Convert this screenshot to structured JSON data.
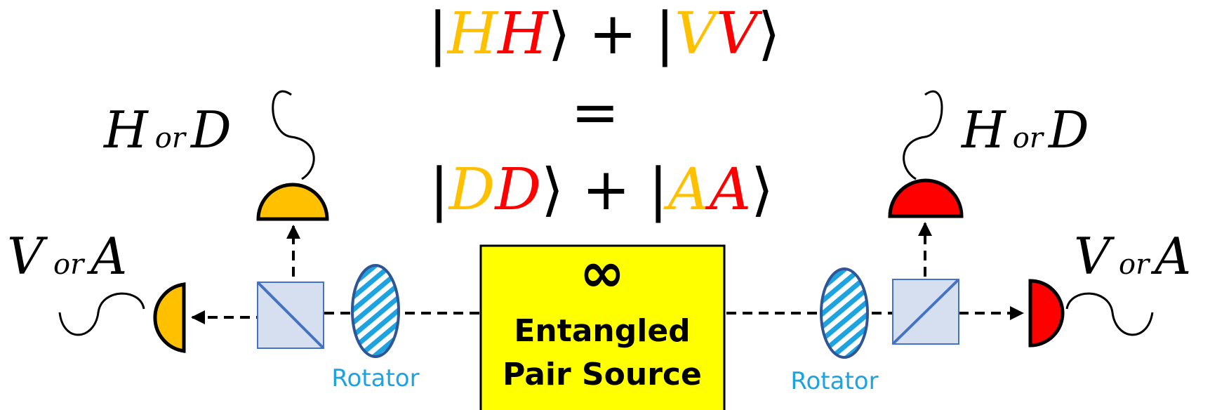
{
  "equation": {
    "top": {
      "open": "|",
      "a1": "H",
      "a2": "H",
      "mid": "⟩ + |",
      "b1": "V",
      "b2": "V",
      "close": "⟩"
    },
    "equals": "=",
    "bottom": {
      "open": "|",
      "a1": "D",
      "a2": "D",
      "mid": "⟩ + |",
      "b1": "A",
      "b2": "A",
      "close": "⟩"
    }
  },
  "labels": {
    "left_top": {
      "first": "H",
      "or": "or",
      "last": "D"
    },
    "left_side": {
      "first": "V",
      "or": "or",
      "last": "A"
    },
    "right_top": {
      "first": "H",
      "or": "or",
      "last": "D"
    },
    "right_side": {
      "first": "V",
      "or": "or",
      "last": "A"
    }
  },
  "rotator_left": "Rotator",
  "rotator_right": "Rotator",
  "source": {
    "symbol": "∞",
    "line1": "Entangled",
    "line2": "Pair Source"
  },
  "colors": {
    "orange": "#FFC000",
    "red": "#FF0000",
    "source_fill": "#FFFF00",
    "splitter_fill": "#D6DFF0",
    "splitter_edge": "#4472C4",
    "rotator_blue": "#1DA4E0",
    "rotator_edge": "#2F5597"
  }
}
